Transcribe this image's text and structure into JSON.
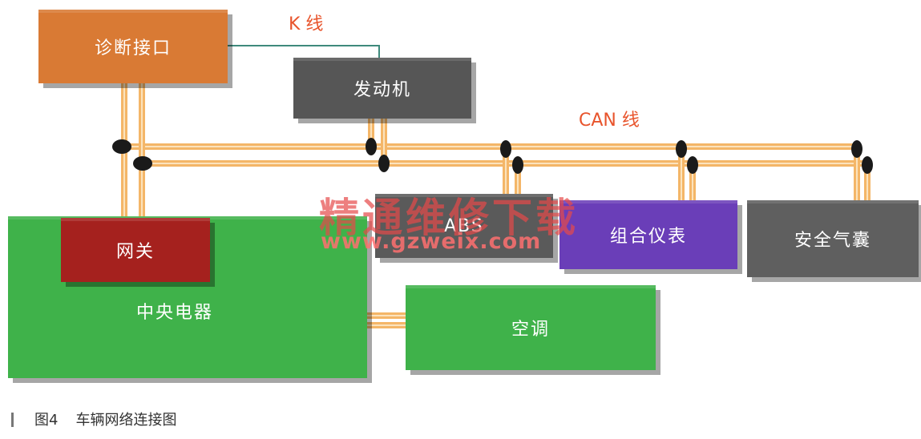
{
  "colors": {
    "bus_line": "#f4b668",
    "bus_line_core": "#fbe3bd",
    "k_line": "#3f8a7c",
    "connector": "#1a1a1a",
    "diag_box": "#d97a34",
    "engine_box": "#565656",
    "gateway_box": "#a5211e",
    "central_box": "#3fb24a",
    "ac_box": "#3fb24a",
    "abs_box": "#5a5a5a",
    "cluster_box": "#6a3eb8",
    "airbag_box": "#5f5f5f",
    "label_red": "#e8542c",
    "watermark_red": "#e64a4a",
    "watermark_url": "#ff7070"
  },
  "diagram": {
    "labels": {
      "k_line": "K 线",
      "can_line": "CAN 线"
    },
    "nodes": {
      "diagnostic": "诊断接口",
      "engine": "发动机",
      "gateway": "网关",
      "central": "中央电器",
      "ac": "空调",
      "abs": "ABS",
      "cluster": "组合仪表",
      "airbag": "安全气囊"
    }
  },
  "watermark": {
    "title": "精通维修下载",
    "url": "www.gzweix.com"
  },
  "caption": {
    "figure_no": "图4",
    "text": "车辆网络连接图"
  }
}
